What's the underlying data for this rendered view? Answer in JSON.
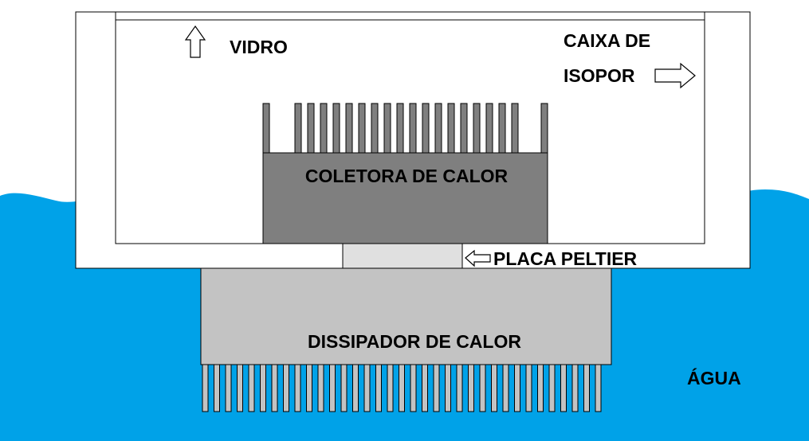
{
  "labels": {
    "vidro": "VIDRO",
    "caixa_line1": "CAIXA DE",
    "caixa_line2": "ISOPOR",
    "coletora": "COLETORA DE CALOR",
    "peltier": "PLACA PELTIER",
    "dissipador": "DISSIPADOR DE CALOR",
    "agua": "ÁGUA"
  },
  "icons": {
    "vidro_arrow": "up-arrow-icon",
    "caixa_arrow": "right-arrow-icon",
    "peltier_arrow": "left-arrow-icon"
  },
  "colors": {
    "water": "#00a2e8",
    "box": "#ffffff",
    "outline": "#000000",
    "collector": "#7f7f7f",
    "peltier": "#e0e0e0",
    "dissipator": "#c3c3c3",
    "label_text": "#000000"
  }
}
